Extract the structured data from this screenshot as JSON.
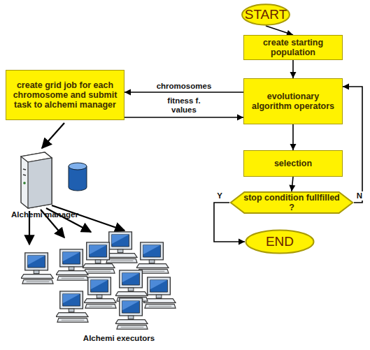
{
  "diagram": {
    "nodes": [
      {
        "text": [
          "START"
        ]
      },
      {
        "text": [
          "create starting population"
        ]
      },
      {
        "text": [
          "evolutionary algorithm operators"
        ]
      },
      {
        "text": [
          "create grid job for each chromosome and submit task to alchemi manager"
        ]
      },
      {
        "text": [
          "selection"
        ]
      },
      {
        "text": [
          "stop condition fullfilled ?"
        ]
      },
      {
        "text": [
          "END"
        ]
      }
    ],
    "edges": [
      {
        "from": 0,
        "to": 1,
        "arrow": "to"
      },
      {
        "from": 1,
        "to": 2,
        "arrow": "to"
      },
      {
        "from": 2,
        "to": 3,
        "label": "chromosomes",
        "arrow": "to"
      },
      {
        "from": 3,
        "to": 2,
        "label": "fitness f. values",
        "arrow": "to"
      },
      {
        "from": 2,
        "to": 4,
        "arrow": "to"
      },
      {
        "from": 4,
        "to": 5,
        "arrow": "to"
      },
      {
        "from": 5,
        "to": 6,
        "label": "Y",
        "arrow": "to"
      },
      {
        "from": 5,
        "to": 2,
        "label": "N",
        "arrow": "to"
      }
    ],
    "labels": [
      "Alchemi manager",
      "Alchemi executors"
    ]
  }
}
